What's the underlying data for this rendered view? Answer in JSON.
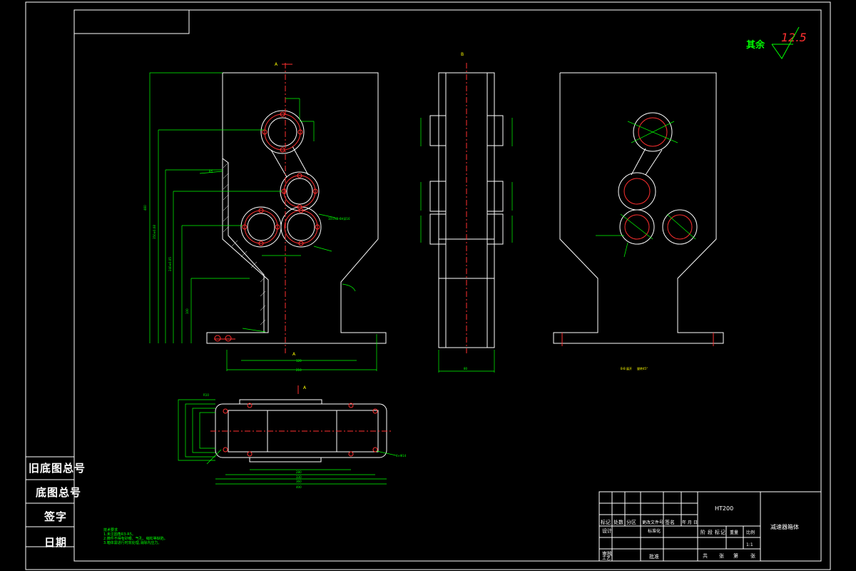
{
  "drawing": {
    "roughness_label": "其余",
    "roughness_value": "12.5",
    "material": "HT200",
    "part_name": "减速器箱体",
    "scale": "1:1",
    "view_labels": {
      "section_a": "A",
      "section_b": "B",
      "bottom_view": "A",
      "rotation_note_1": "B-B 展开",
      "rotation_note_2": "旋转45°"
    }
  },
  "side_panel": {
    "old_drawing_no": "旧底图总号",
    "drawing_no": "底图总号",
    "signature": "签字",
    "date": "日期"
  },
  "title_block": {
    "row_labels": [
      "标记",
      "处数",
      "分区",
      "更改文件号",
      "签名",
      "年 月 日"
    ],
    "design": "设计",
    "standardization": "标准化",
    "review": "审核",
    "process": "工艺",
    "approve": "批准",
    "stage_labels": [
      "阶",
      "段",
      "标",
      "记"
    ],
    "weight": "重量",
    "ratio": "比例",
    "sheet_total": "共",
    "sheet": "张",
    "sheet_of": "第",
    "sheet_unit": "张",
    "seal": "批准"
  },
  "notes": {
    "title": "技术要求",
    "lines": [
      "1.未注圆角R3-R5。",
      "2.铸件不得有砂眼、气孔、缩松等缺陷。",
      "3.箱体需进行时效处理,消除内应力。"
    ]
  }
}
